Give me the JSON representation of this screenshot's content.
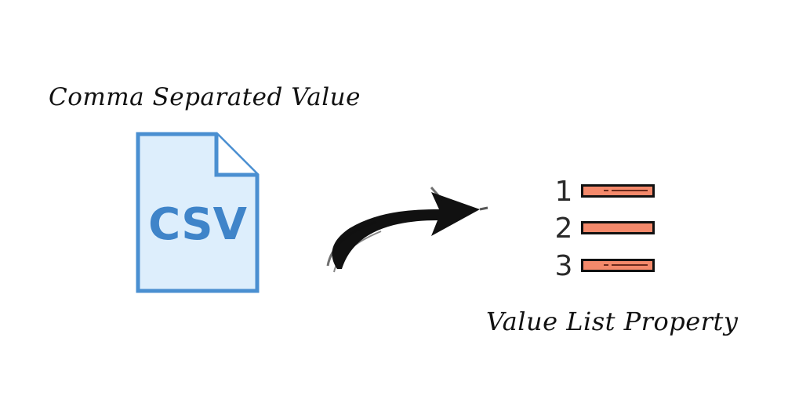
{
  "source": {
    "caption": "Comma Separated Value",
    "file_label": "CSV",
    "icon": "csv-file-icon",
    "colors": {
      "fill": "#ddeefc",
      "stroke": "#4a8fd1",
      "label": "#3f84c9"
    }
  },
  "connector": {
    "icon": "curved-arrow-icon",
    "color": "#111111"
  },
  "target": {
    "caption": "Value List Property",
    "items": [
      {
        "number": "1"
      },
      {
        "number": "2"
      },
      {
        "number": "3"
      }
    ],
    "colors": {
      "bar_fill": "#f4896b",
      "bar_stroke": "#111111"
    }
  }
}
